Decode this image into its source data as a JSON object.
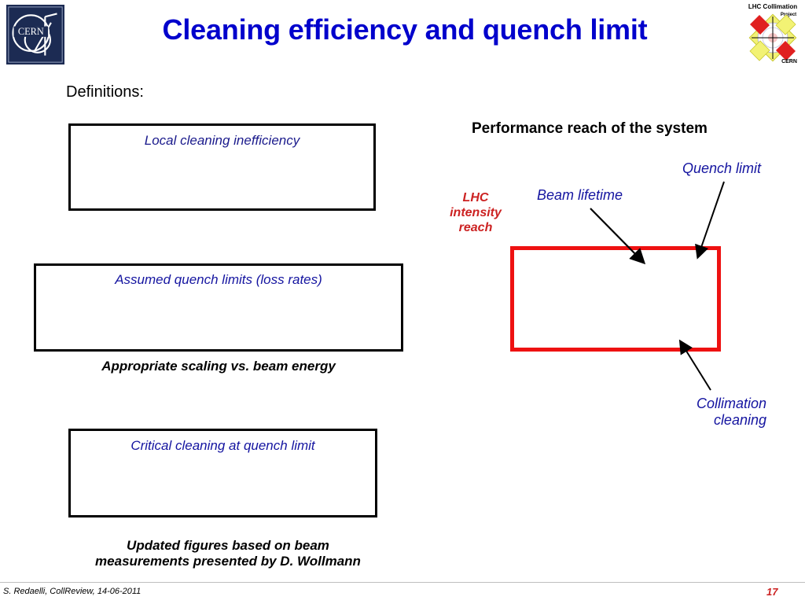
{
  "slide": {
    "title": "Cleaning efficiency and quench limit",
    "title_color": "#0000CC",
    "background": "#ffffff"
  },
  "logos": {
    "left": {
      "name": "cern-logo",
      "text": "CERN",
      "background": "#1c2b53"
    },
    "right": {
      "name": "lhc-collimation-project-logo",
      "line1": "LHC Collimation",
      "line2": "Project",
      "line3": "CERN"
    }
  },
  "left_column": {
    "heading": "Definitions:",
    "box1": {
      "label": "Local cleaning inefficiency",
      "border_color": "#000000",
      "text_color": "#1a1a8c"
    },
    "box2": {
      "label": "Assumed quench limits (loss rates)",
      "border_color": "#000000",
      "text_color": "#1414a0"
    },
    "box2_caption": "Appropriate scaling vs. beam energy",
    "box3": {
      "label": "Critical cleaning at quench limit",
      "border_color": "#000000",
      "text_color": "#1414a0"
    },
    "box3_caption_line1": "Updated figures based on beam",
    "box3_caption_line2": "measurements presented by D. Wollmann"
  },
  "right_column": {
    "heading": "Performance reach of the system",
    "quench_limit": "Quench limit",
    "beam_lifetime": "Beam lifetime",
    "lhc_intensity_reach_line1": "LHC",
    "lhc_intensity_reach_line2": "intensity",
    "lhc_intensity_reach_line3": "reach",
    "lhc_intensity_reach_color": "#CC2222",
    "collimation_cleaning_line1": "Collimation",
    "collimation_cleaning_line2": "cleaning",
    "formula_box": {
      "content": "",
      "border_color": "#EE1111"
    }
  },
  "footer": {
    "left": "S. Redaelli, CollReview, 14-06-2011",
    "page_number": "17",
    "page_number_color": "#CC2222"
  }
}
